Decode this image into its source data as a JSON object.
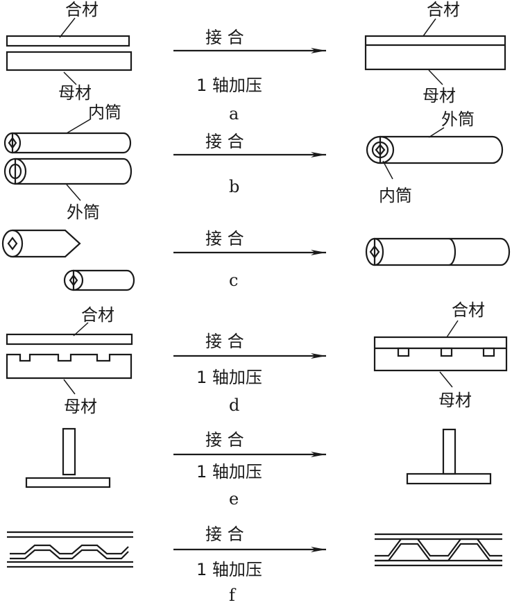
{
  "labels": {
    "he_cai": "合材",
    "mu_cai": "母材",
    "nei_tong": "内筒",
    "wai_tong": "外筒",
    "jie_he": "接 合",
    "pressure": "1 轴加压"
  },
  "panels": [
    "a",
    "b",
    "c",
    "d",
    "e",
    "f"
  ]
}
